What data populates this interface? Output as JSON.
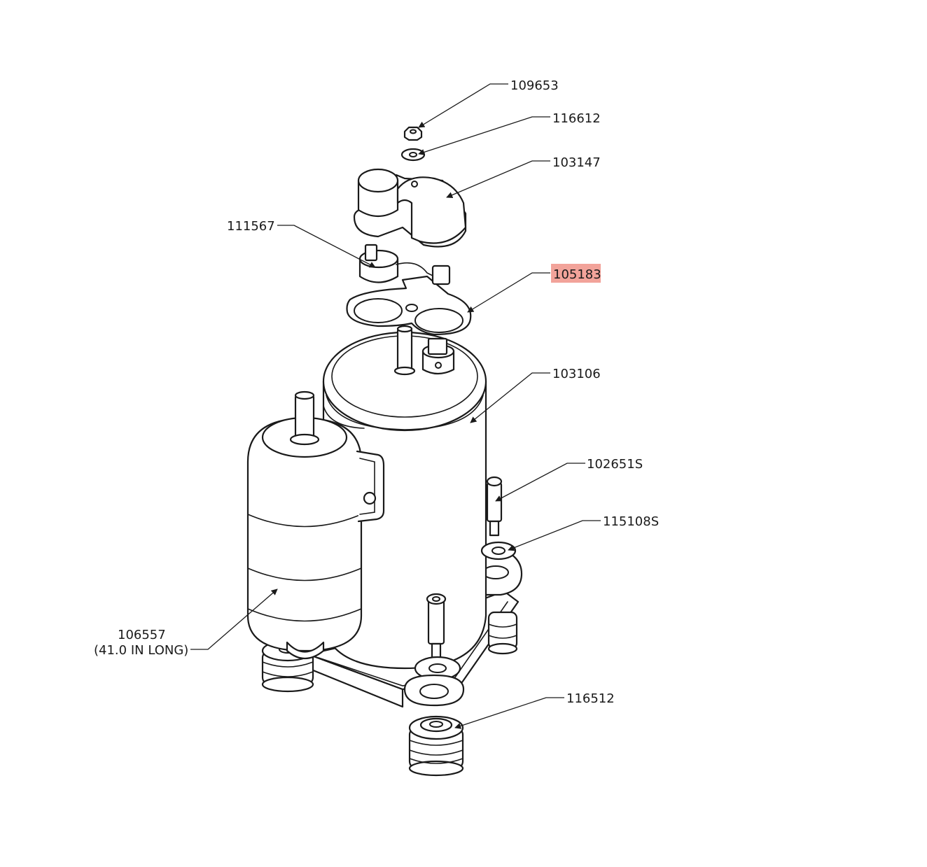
{
  "callouts": {
    "c109653": {
      "label": "109653"
    },
    "c116612": {
      "label": "116612"
    },
    "c103147": {
      "label": "103147"
    },
    "c111567": {
      "label": "111567"
    },
    "c105183": {
      "label": "105183",
      "highlighted": true
    },
    "c103106": {
      "label": "103106"
    },
    "c102651s": {
      "label": "102651S"
    },
    "c115108s": {
      "label": "115108S"
    },
    "c106557": {
      "label": "106557",
      "sublabel": "(41.0 IN LONG)"
    },
    "c116512": {
      "label": "116512"
    }
  },
  "highlight_color": "#f2a39a",
  "line_color": "#1a1a1a"
}
